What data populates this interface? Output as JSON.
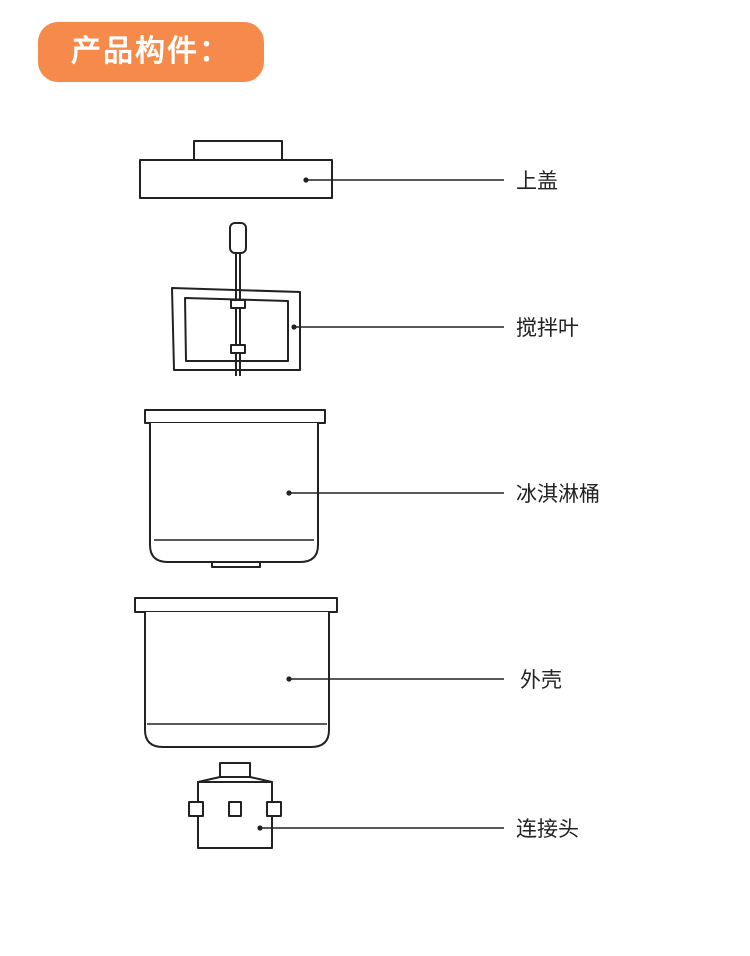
{
  "header": {
    "title": "产品构件："
  },
  "parts": [
    {
      "name": "lid",
      "label": "上盖"
    },
    {
      "name": "paddle",
      "label": "搅拌叶"
    },
    {
      "name": "bucket",
      "label": "冰淇淋桶"
    },
    {
      "name": "shell",
      "label": "外壳"
    },
    {
      "name": "connector",
      "label": "连接头"
    }
  ],
  "colors": {
    "badge": "#F58A4B",
    "line": "#222222"
  }
}
